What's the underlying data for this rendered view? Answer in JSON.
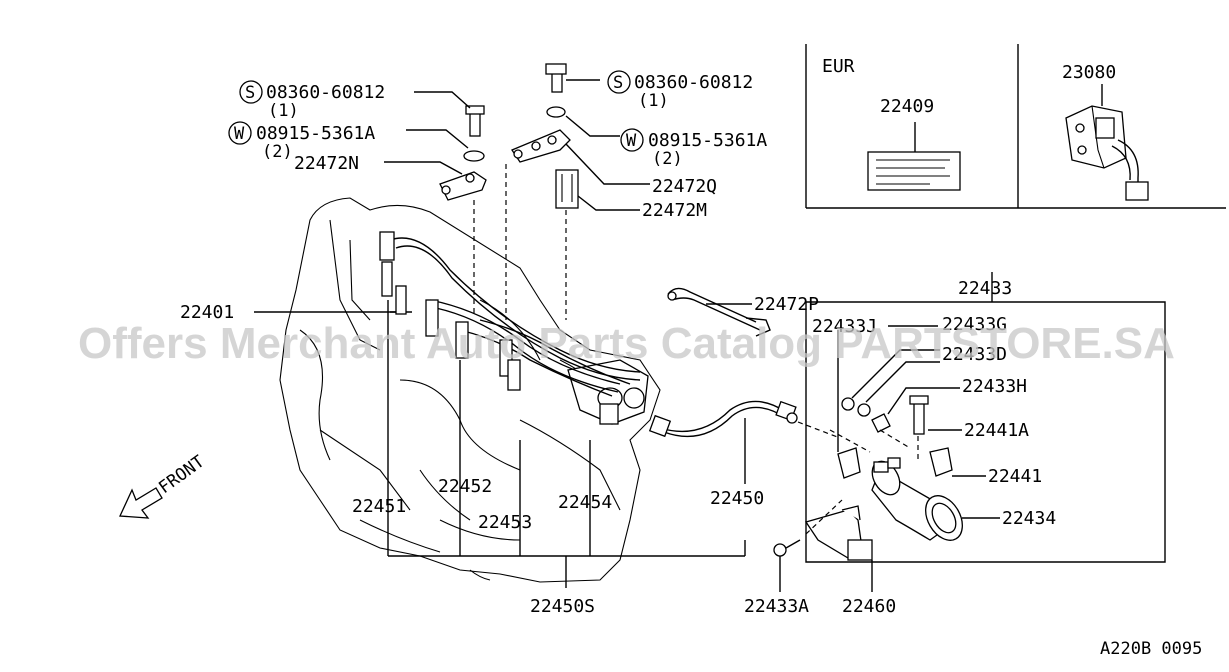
{
  "labels": {
    "s_part_left": "08360-60812",
    "s_qty_left": "(1)",
    "w_part_left": "08915-5361A",
    "w_qty_left": "(2)",
    "p22472N": "22472N",
    "s_part_right": "08360-60812",
    "s_qty_right": "(1)",
    "w_part_right": "08915-5361A",
    "w_qty_right": "(2)",
    "p22472Q": "22472Q",
    "p22472M": "22472M",
    "p22472P": "22472P",
    "p22401": "22401",
    "p22433": "22433",
    "p22433J": "22433J",
    "p22433G": "22433G",
    "p22433D": "22433D",
    "p22433H": "22433H",
    "p22441A": "22441A",
    "p22441": "22441",
    "p22434": "22434",
    "p22450": "22450",
    "p22451": "22451",
    "p22452": "22452",
    "p22453": "22453",
    "p22454": "22454",
    "p22450S": "22450S",
    "p22433A": "22433A",
    "p22460": "22460",
    "eur": "EUR",
    "p22409": "22409",
    "p23080": "23080",
    "front": "FRONT",
    "diagram_code": "A220B 0095"
  },
  "symbols": {
    "s": "S",
    "w": "W"
  },
  "watermark": "Offers Merchant Auto Parts Catalog PARTSTORE.SA"
}
